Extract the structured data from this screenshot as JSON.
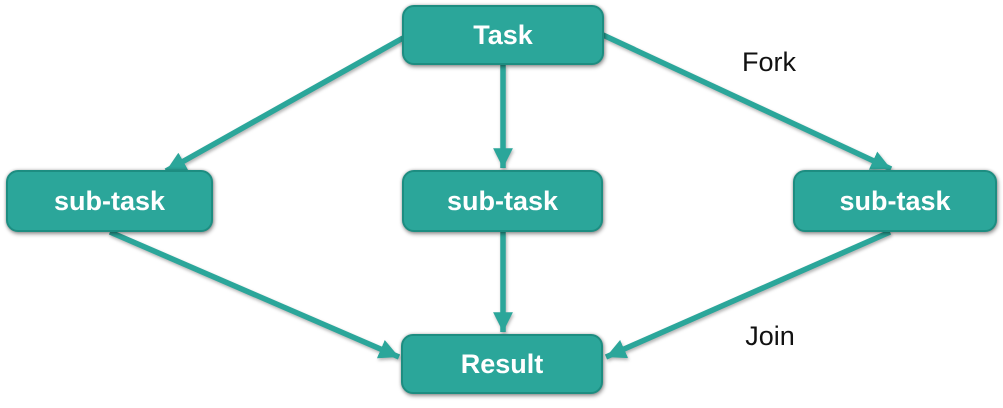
{
  "diagram": {
    "nodes": [
      {
        "id": "task",
        "label": "Task"
      },
      {
        "id": "subtask-1",
        "label": "sub-task"
      },
      {
        "id": "subtask-2",
        "label": "sub-task"
      },
      {
        "id": "subtask-3",
        "label": "sub-task"
      },
      {
        "id": "result",
        "label": "Result"
      }
    ],
    "edges": [
      {
        "from": "task",
        "to": "subtask-1",
        "label": ""
      },
      {
        "from": "task",
        "to": "subtask-2",
        "label": ""
      },
      {
        "from": "task",
        "to": "subtask-3",
        "label": "Fork"
      },
      {
        "from": "subtask-1",
        "to": "result",
        "label": ""
      },
      {
        "from": "subtask-2",
        "to": "result",
        "label": ""
      },
      {
        "from": "subtask-3",
        "to": "result",
        "label": "Join"
      }
    ]
  },
  "colors": {
    "node_fill": "#2ba69a",
    "node_border": "#1d8d81",
    "node_text": "#ffffff",
    "edge": "#2ba69a",
    "edge_label_text": "#111111",
    "background": "#ffffff"
  }
}
